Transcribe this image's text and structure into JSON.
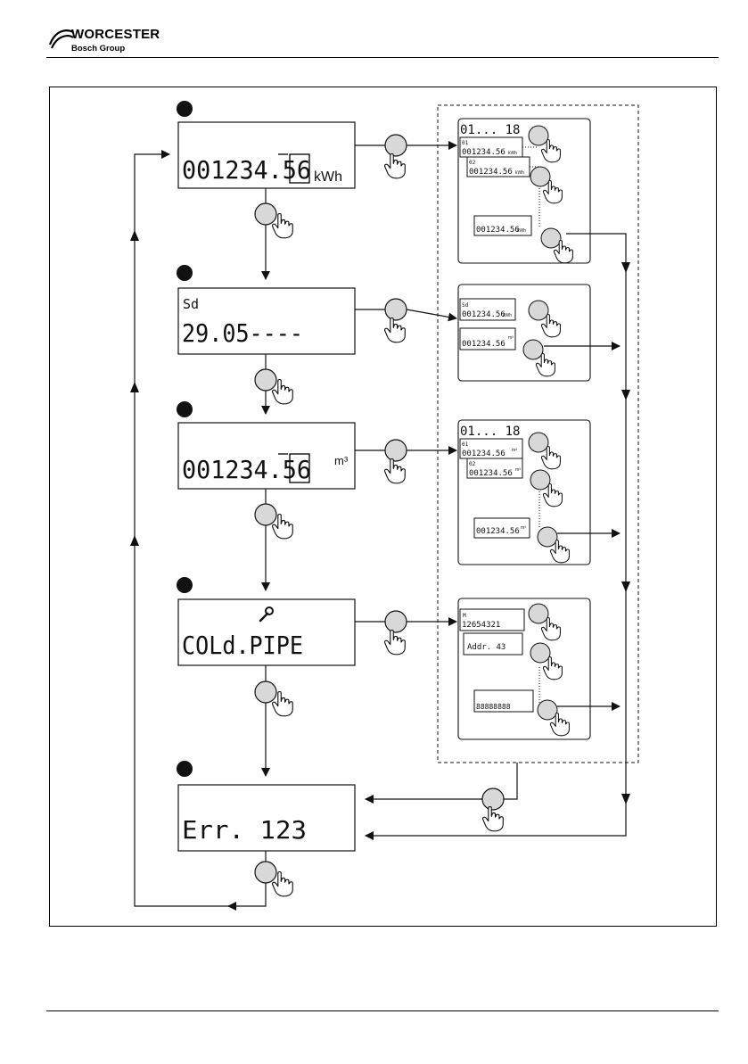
{
  "header": {
    "brand": "WORCESTER",
    "group": "Bosch Group"
  },
  "screens": {
    "energy": {
      "value": "001234.56",
      "unit": "kWh"
    },
    "date": {
      "label": "Sd",
      "value": "29.05----"
    },
    "volume": {
      "value": "001234.56",
      "unit": "m³"
    },
    "service": {
      "value": "COLd.PIPE"
    },
    "error": {
      "value": "Err.   123"
    }
  },
  "subpanels": {
    "energy": {
      "title": "01... 18",
      "idx1": "01",
      "idx2": "02",
      "row": "001234.56",
      "unit": "kWh"
    },
    "date": {
      "top": "Sd",
      "row": "001234.56",
      "unit1": "kWh",
      "unit2": "m³"
    },
    "volume": {
      "title": "01... 18",
      "idx1": "01",
      "idx2": "02",
      "row": "001234.56",
      "unit": "m³"
    },
    "service": {
      "row1": "12654321",
      "row2": "Addr. 43",
      "row3": "88888888",
      "prefix": "M"
    }
  },
  "icons": [
    "wrench-icon",
    "hand-press-icon",
    "button-circle-icon"
  ],
  "colors": {
    "ink": "#111111",
    "button_fill": "#d8d8d8",
    "panel_bg": "#ffffff"
  }
}
